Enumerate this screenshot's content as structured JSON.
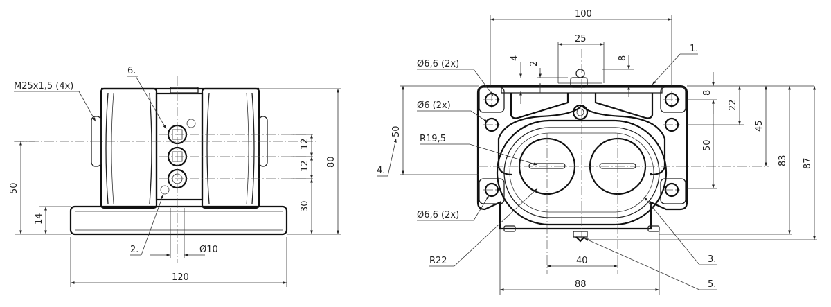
{
  "side_view": {
    "thread_label": "M25x1,5 (4x)",
    "callout_6": "6.",
    "callout_2": "2.",
    "dim_12_upper": "12",
    "dim_12_lower": "12",
    "dim_80": "80",
    "dim_30": "30",
    "dim_50": "50",
    "dim_14": "14",
    "dim_diam10": "Ø10",
    "dim_120": "120"
  },
  "front_view": {
    "dim_100": "100",
    "dim_25": "25",
    "dim_4": "4",
    "dim_2": "2",
    "dim_8_top": "8",
    "callout_1": "1.",
    "hole_66_upper": "Ø6,6 (2x)",
    "hole_6": "Ø6 (2x)",
    "radius_195": "R19,5",
    "dim_50_left": "50",
    "callout_4": "4.",
    "hole_66_lower": "Ø6,6 (2x)",
    "radius_22": "R22",
    "dim_8_right": "8",
    "dim_22": "22",
    "dim_45": "45",
    "dim_50_right": "50",
    "dim_83": "83",
    "dim_87": "87",
    "callout_3": "3.",
    "dim_40": "40",
    "dim_88": "88",
    "callout_5": "5."
  }
}
